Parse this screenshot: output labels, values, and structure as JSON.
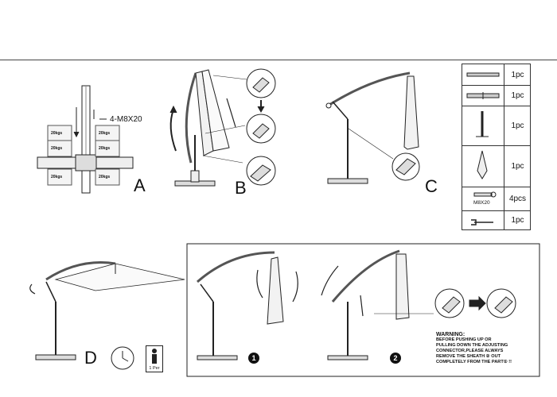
{
  "figure_a": {
    "label": "A",
    "bolt_label": "4-M8X20",
    "weight_label": "20kgs"
  },
  "figure_b": {
    "label": "B"
  },
  "figure_c": {
    "label": "C"
  },
  "figure_d": {
    "label": "D",
    "person_label": "1 Per"
  },
  "operation": {
    "step1_badge": "1",
    "step2_badge": "2"
  },
  "warning": {
    "title": "WARNING:",
    "lines": [
      "BEFORE PUSHING UP OR",
      "PULLING DOWN THE ADJUSTING",
      "CONNECTOR,PLEASE ALWAYS",
      "REMOVE THE SHEATH ② OUT",
      "COMPLETELY FROM THE PART① !!"
    ]
  },
  "parts_list": [
    {
      "icon": "pole-segment-icon",
      "qty": "1pc"
    },
    {
      "icon": "pole-joint-icon",
      "qty": "1pc"
    },
    {
      "icon": "base-post-icon",
      "qty": "1pc"
    },
    {
      "icon": "canopy-icon",
      "qty": "1pc"
    },
    {
      "icon": "bolt-icon",
      "label": "M8X20",
      "qty": "4pcs"
    },
    {
      "icon": "wrench-icon",
      "qty": "1pc"
    }
  ]
}
